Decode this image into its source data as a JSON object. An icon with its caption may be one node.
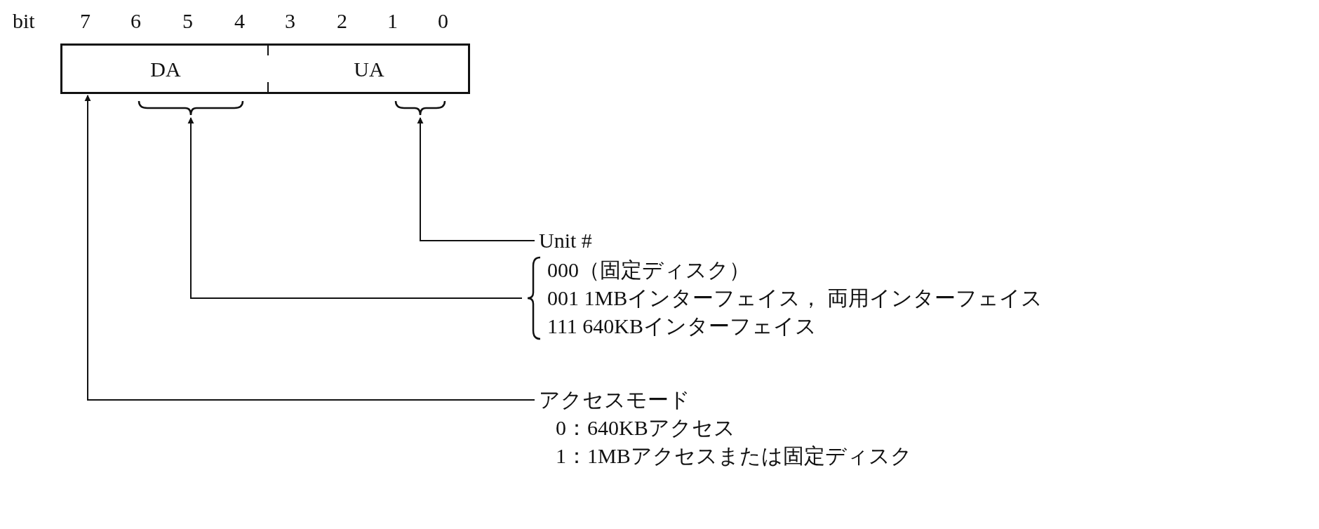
{
  "diagram": {
    "nodes": [
      {
        "text": [],
        "shape": "box"
      },
      {
        "text": [
          "DA"
        ],
        "in": 0
      },
      {
        "text": [
          "UA"
        ],
        "in": 0
      },
      {
        "text": [],
        "shape": "brace"
      },
      {
        "text": [],
        "shape": "brace"
      },
      {
        "text": [
          "Unit #"
        ]
      },
      {
        "text": [
          "000（固定ディスク）",
          "001 1MBインターフェイス， 両用インターフェイス",
          "111 640KBインターフェイス"
        ]
      },
      {
        "text": [
          "アクセスモード",
          "0：640KBアクセス",
          "1：1MBアクセスまたは固定ディスク"
        ]
      }
    ],
    "edges": [
      {
        "from": 5,
        "to": 4,
        "arrow": "to"
      },
      {
        "from": 6,
        "to": 3,
        "arrow": "to"
      },
      {
        "from": 7,
        "to": 0,
        "arrow": "to"
      }
    ],
    "labels": [
      "bit",
      "7",
      "6",
      "5",
      "4",
      "3",
      "2",
      "1",
      "0"
    ]
  }
}
